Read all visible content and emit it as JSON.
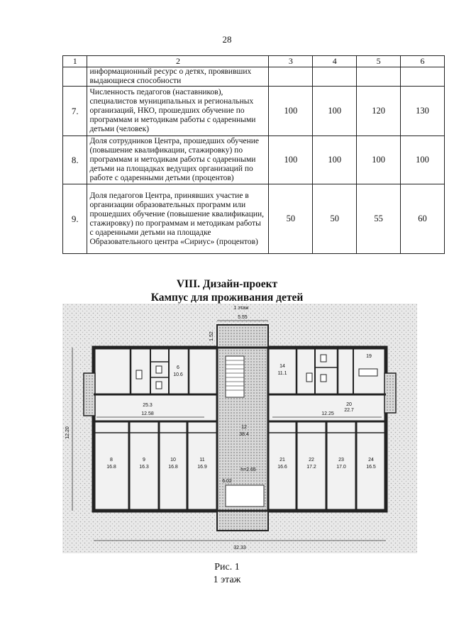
{
  "page": {
    "number": "28"
  },
  "table": {
    "headers": [
      "1",
      "2",
      "3",
      "4",
      "5",
      "6"
    ],
    "continuation_text": "информационный ресурс о детях, проявивших выдающиеся способности",
    "rows": [
      {
        "num": "7.",
        "text": "Численность педагогов (наставников), специалистов муниципальных и региональных организаций, НКО, прошедших обучение по программам и методикам работы с одаренными детьми (человек)",
        "v3": "100",
        "v4": "100",
        "v5": "120",
        "v6": "130"
      },
      {
        "num": "8.",
        "text": "Доля сотрудников Центра, прошедших обучение (повышение квалификации, стажировку) по программам и методикам работы с одаренными детьми на площадках ведущих организаций по работе с одаренными детьми (процентов)",
        "v3": "100",
        "v4": "100",
        "v5": "100",
        "v6": "100"
      },
      {
        "num": "9.",
        "text": "Доля педагогов Центра, принявших участие в организации образовательных программ или прошедших обучение (повышение квалификации, стажировку) по программам и методикам работы с одаренными детьми на площадке Образовательного центра «Сириус» (процентов)",
        "v3": "50",
        "v4": "50",
        "v5": "55",
        "v6": "60"
      }
    ]
  },
  "section": {
    "title": "VIII. Дизайн-проект",
    "subtitle": "Кампус для проживания детей"
  },
  "plan": {
    "floor_label": "1 этаж",
    "dims": {
      "top": "5.55",
      "bottom": "32.33",
      "left": "12.20",
      "lobby": "1.52",
      "hall_left": "12.58",
      "hall_right": "12.25",
      "stair": "6.02",
      "h": "h=2.65"
    },
    "room_numbers": {
      "r6": "6",
      "r8": "8",
      "r9": "9",
      "r10": "10",
      "r11": "11",
      "r12": "12",
      "r14": "14",
      "r19": "19",
      "r20": "20",
      "r21": "21",
      "r22": "22",
      "r23": "23",
      "r24": "24"
    },
    "room_areas": {
      "r6": "10.6",
      "r8": "16.8",
      "r9": "16.3",
      "r10": "16.8",
      "r11": "16.9",
      "r12": "38.4",
      "r14": "11.1",
      "r20": "22.7",
      "r21": "16.6",
      "r22": "17.2",
      "r23": "17.0",
      "r24": "16.5",
      "hall": "25.3"
    }
  },
  "caption": {
    "line1": "Рис. 1",
    "line2": "1 этаж"
  }
}
